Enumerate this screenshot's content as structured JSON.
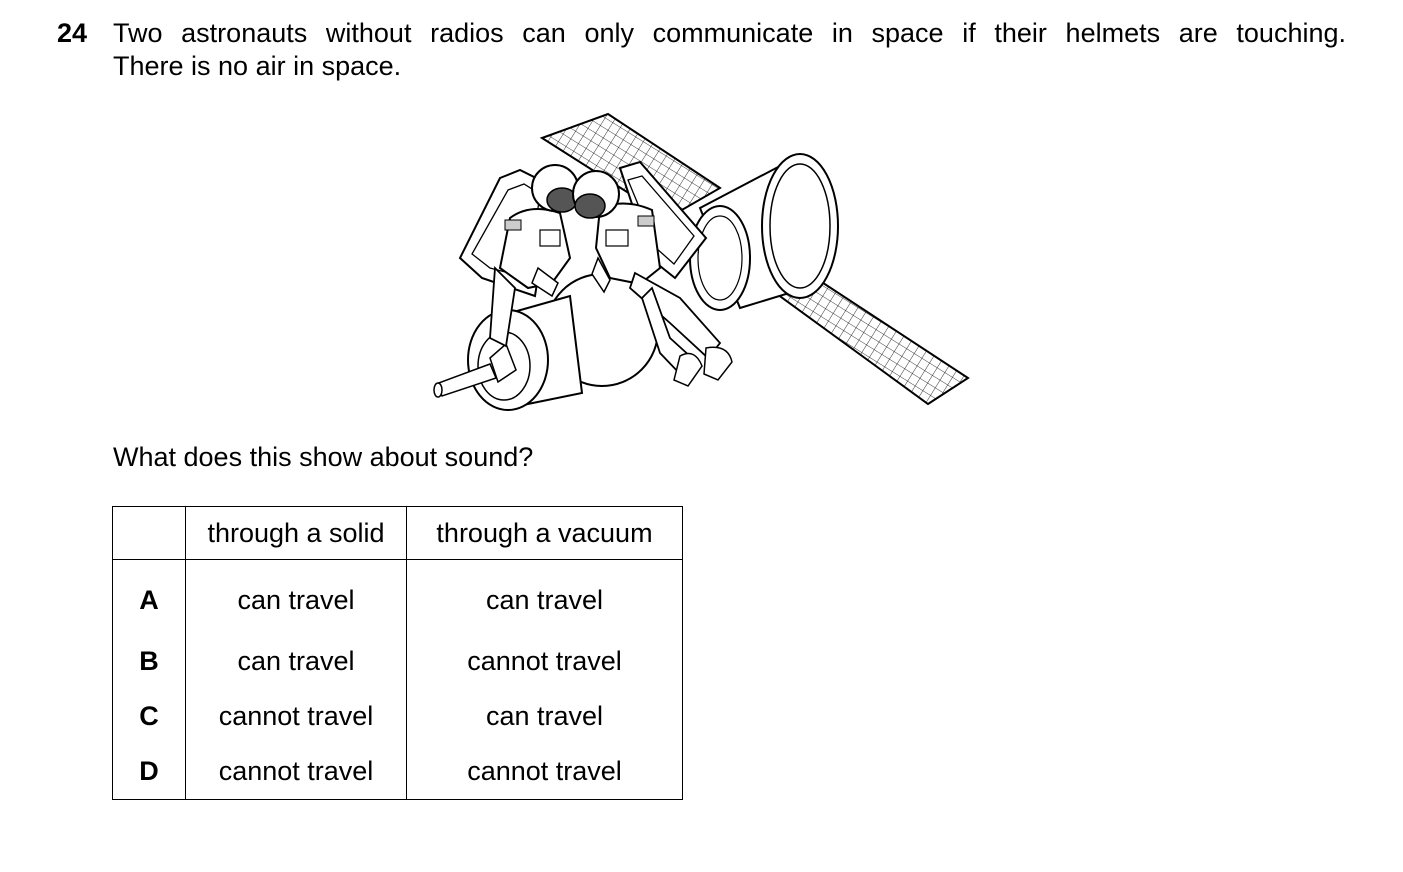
{
  "question": {
    "number": "24",
    "stem_line1": "Two astronauts without radios can only communicate in space if their helmets are touching.",
    "stem_line2": "There is no air in space.",
    "prompt": "What does this show about sound?"
  },
  "figure": {
    "description_icon": "astronauts-satellite-illustration"
  },
  "table": {
    "headers": [
      "",
      "through a solid",
      "through a vacuum"
    ],
    "rows": [
      {
        "option": "A",
        "solid": "can travel",
        "vacuum": "can travel"
      },
      {
        "option": "B",
        "solid": "can travel",
        "vacuum": "cannot travel"
      },
      {
        "option": "C",
        "solid": "cannot travel",
        "vacuum": "can travel"
      },
      {
        "option": "D",
        "solid": "cannot travel",
        "vacuum": "cannot travel"
      }
    ]
  }
}
